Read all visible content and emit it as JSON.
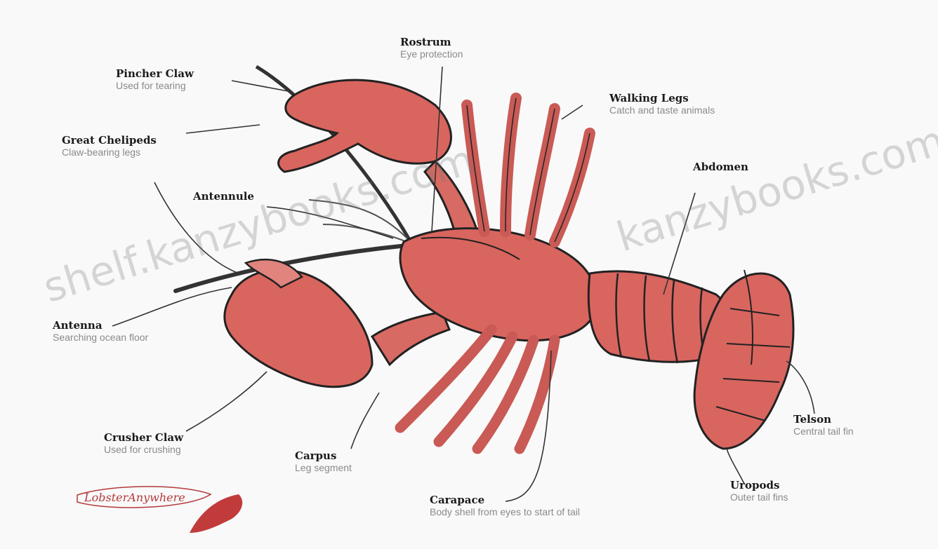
{
  "labels": {
    "rostrum": {
      "title": "Rostrum",
      "desc": "Eye protection"
    },
    "pincher_claw": {
      "title": "Pincher Claw",
      "desc": "Used for tearing"
    },
    "walking_legs": {
      "title": "Walking Legs",
      "desc": "Catch and taste animals"
    },
    "great_chelipeds": {
      "title": "Great Chelipeds",
      "desc": "Claw-bearing legs"
    },
    "abdomen": {
      "title": "Abdomen",
      "desc": ""
    },
    "antennule": {
      "title": "Antennule",
      "desc": ""
    },
    "antenna": {
      "title": "Antenna",
      "desc": "Searching ocean floor"
    },
    "crusher_claw": {
      "title": "Crusher Claw",
      "desc": "Used for crushing"
    },
    "carpus": {
      "title": "Carpus",
      "desc": "Leg segment"
    },
    "telson": {
      "title": "Telson",
      "desc": "Central tail fin"
    },
    "uropods": {
      "title": "Uropods",
      "desc": "Outer tail fins"
    },
    "carapace": {
      "title": "Carapace",
      "desc": "Body shell from eyes to start of tail"
    }
  },
  "watermarks": [
    "shelf.kanzybooks.com",
    "kanzybooks.com"
  ],
  "logo": {
    "text": "LobsterAnywhere"
  },
  "colors": {
    "body": "#d9655f",
    "body_light": "#e98a84",
    "outline": "#222222",
    "leader": "#333333"
  }
}
